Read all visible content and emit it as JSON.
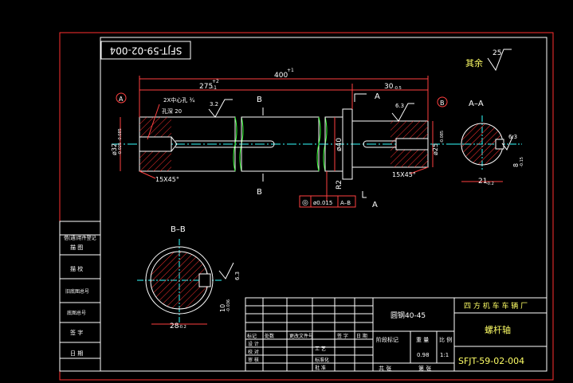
{
  "drawing": {
    "code_rotated": "SFJT-59-02-004",
    "roughness_rest_label": "其余",
    "roughness_rest_value": "25",
    "section_aa_label": "A–A",
    "section_bb_label": "B–B",
    "cut_labels": {
      "a": "A",
      "b": "B"
    },
    "datum_a": "A",
    "datum_b": "B",
    "dims": {
      "overall": "400",
      "overall_tol": "+1",
      "left_len": "275",
      "left_tol_top": "+2",
      "left_tol_bot": "-1",
      "right_len": "30",
      "right_tol": "-0.5",
      "dia_left": "ø32",
      "dia_left_tol": "-0.025 -0.085",
      "dia_mid": "ø40",
      "dia_right": "ø25",
      "dia_right_tol": "-0.085",
      "chamfer_left": "15X45°",
      "chamfer_right": "15X45°",
      "radius": "R2",
      "rough_a": "3.2",
      "rough_b": "6.3",
      "rough_aa": "6.3",
      "rough_bb": "6.3",
      "key_aa_w": "21",
      "key_aa_tol": "-0.2",
      "key_aa_d": "8",
      "key_aa_d_tol": "-0.15",
      "key_bb_w": "28",
      "key_bb_tol": "-0.2",
      "key_bb_d": "10",
      "key_bb_d_tol": "-0.036",
      "center_hole_note_1": "2X中心孔 ¾",
      "center_hole_note_2": "孔深 20"
    },
    "tolerance_frame": {
      "symbol": "◎",
      "value": "ø0.015",
      "datum": "A–B"
    }
  },
  "left_column": {
    "cells": [
      "借(通)用件登记",
      "描 图",
      "描 校",
      "旧底图总号",
      "底图总号",
      "签 字",
      "日 期"
    ]
  },
  "title_block": {
    "material": "圆钢40-45",
    "company": "四 方 机 车 车 辆 厂",
    "part_name": "螺杆轴",
    "drawing_number": "SFJT-59-02-004",
    "weight_label": "重 量",
    "weight": "0.98",
    "scale_label": "比 例",
    "scale": "1:1",
    "sheet_label": "共   张",
    "sheet_label_2": "第   张",
    "stage_label": "阶段标记",
    "rev_headers": [
      "标记",
      "处数",
      "更改文件号",
      "签 字",
      "日 期"
    ],
    "sig_rows": [
      "设 计",
      "校 对",
      "审 核",
      "工 艺",
      "标准化",
      "批 准"
    ],
    "sig_row_mid": [
      "工 艺",
      "标准化",
      "批 准"
    ]
  }
}
